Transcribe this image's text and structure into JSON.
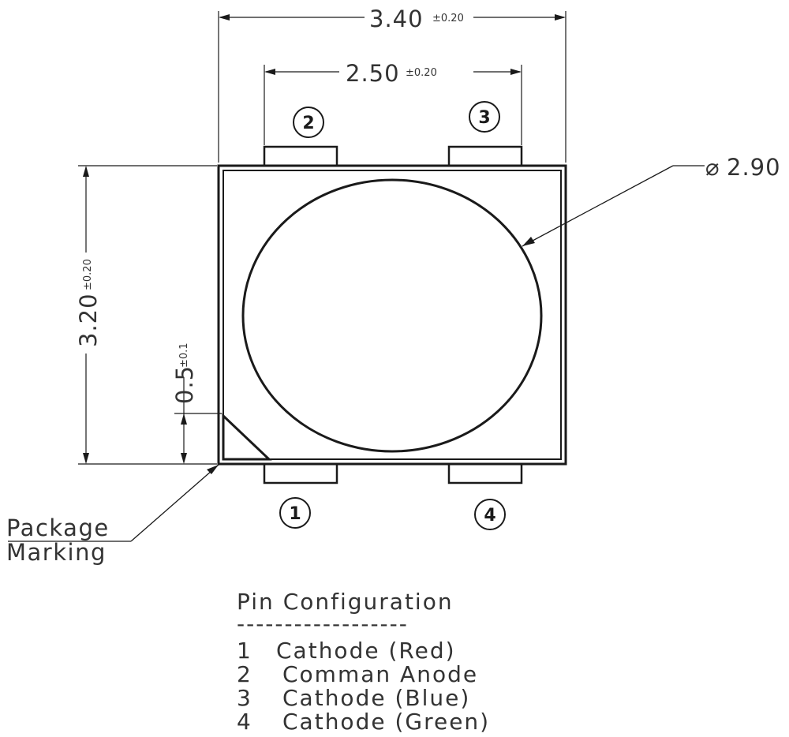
{
  "dimensions": {
    "width": {
      "value": "3.40",
      "tolerance": "±0.20"
    },
    "pin_pitch": {
      "value": "2.50",
      "tolerance": "±0.20"
    },
    "height": {
      "value": "3.20",
      "tolerance": "±0.20"
    },
    "marking": {
      "value": "0.5",
      "tolerance": "±0.1"
    },
    "lens_diameter": {
      "symbol": "⌀",
      "value": "2.90"
    }
  },
  "pins": [
    "1",
    "2",
    "3",
    "4"
  ],
  "package_marking": [
    "Package",
    "Marking"
  ],
  "pin_configuration": {
    "title": "Pin Configuration",
    "divider": "------------------",
    "rows": [
      {
        "num": "1",
        "name": "Cathode (Red)"
      },
      {
        "num": "2",
        "name": "Comman Anode"
      },
      {
        "num": "3",
        "name": "Cathode (Blue)"
      },
      {
        "num": "4",
        "name": "Cathode (Green)"
      }
    ]
  }
}
